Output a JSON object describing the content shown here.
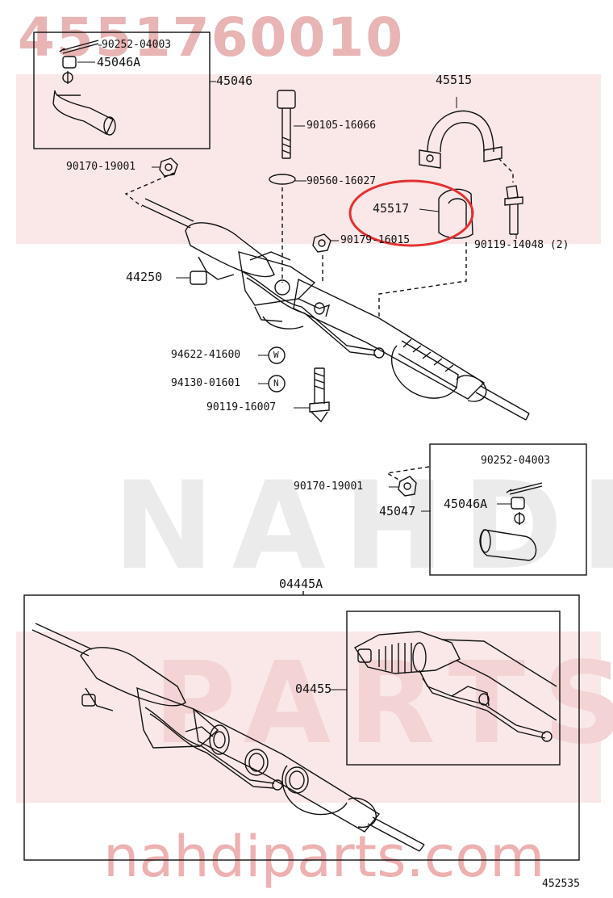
{
  "watermark": {
    "part_number": "4551760010",
    "brand_word": "NAHDI",
    "parts_word": "PARTS",
    "site": "nahdiparts.com",
    "color": "#e8a8a8",
    "band_color": "#f6d6d6",
    "highlight_color": "#e53030"
  },
  "callouts": {
    "c_90252_top": "90252-04003",
    "c_45046a_top": "45046A",
    "c_45046": "45046",
    "c_90170_top": "90170-19001",
    "c_90105": "90105-16066",
    "c_90560": "90560-16027",
    "c_45515": "45515",
    "c_45517": "45517",
    "c_90179": "90179-16015",
    "c_90119_14048": "90119-14048 (2)",
    "c_44250": "44250",
    "c_94622": "94622-41600",
    "c_94130": "94130-01601",
    "c_90119_16007": "90119-16007",
    "c_90252_bot": "90252-04003",
    "c_90170_bot": "90170-19001",
    "c_45046a_bot": "45046A",
    "c_45047": "45047",
    "c_04445a": "04445A",
    "c_04455": "04455",
    "c_452535": "452535"
  },
  "markers": {
    "w": "W",
    "n": "N"
  }
}
